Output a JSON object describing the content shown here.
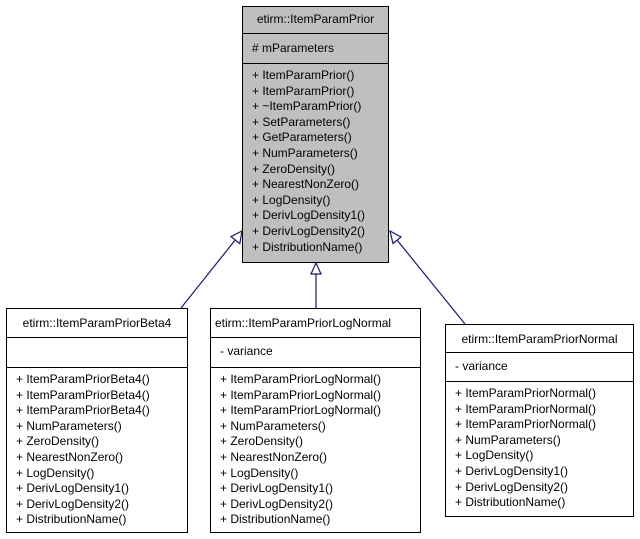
{
  "base_class": {
    "name": "etirm::ItemParamPrior",
    "attributes": [
      "# mParameters"
    ],
    "methods": [
      "+ ItemParamPrior()",
      "+ ItemParamPrior()",
      "+ ~ItemParamPrior()",
      "+ SetParameters()",
      "+ GetParameters()",
      "+ NumParameters()",
      "+ ZeroDensity()",
      "+ NearestNonZero()",
      "+ LogDensity()",
      "+ DerivLogDensity1()",
      "+ DerivLogDensity2()",
      "+ DistributionName()"
    ]
  },
  "derived_classes": [
    {
      "name": "etirm::ItemParamPriorBeta4",
      "attributes": [],
      "methods": [
        "+ ItemParamPriorBeta4()",
        "+ ItemParamPriorBeta4()",
        "+ ItemParamPriorBeta4()",
        "+ NumParameters()",
        "+ ZeroDensity()",
        "+ NearestNonZero()",
        "+ LogDensity()",
        "+ DerivLogDensity1()",
        "+ DerivLogDensity2()",
        "+ DistributionName()"
      ]
    },
    {
      "name": "etirm::ItemParamPriorLogNormal",
      "attributes": [
        "- variance"
      ],
      "methods": [
        "+ ItemParamPriorLogNormal()",
        "+ ItemParamPriorLogNormal()",
        "+ ItemParamPriorLogNormal()",
        "+ NumParameters()",
        "+ ZeroDensity()",
        "+ NearestNonZero()",
        "+ LogDensity()",
        "+ DerivLogDensity1()",
        "+ DerivLogDensity2()",
        "+ DistributionName()"
      ]
    },
    {
      "name": "etirm::ItemParamPriorNormal",
      "attributes": [
        "- variance"
      ],
      "methods": [
        "+ ItemParamPriorNormal()",
        "+ ItemParamPriorNormal()",
        "+ ItemParamPriorNormal()",
        "+ NumParameters()",
        "+ LogDensity()",
        "+ DerivLogDensity1()",
        "+ DerivLogDensity2()",
        "+ DistributionName()"
      ]
    }
  ],
  "colors": {
    "base_fill": "#bfbfbf",
    "derived_fill": "#ffffff",
    "edge": "#191970",
    "border": "#000000"
  }
}
